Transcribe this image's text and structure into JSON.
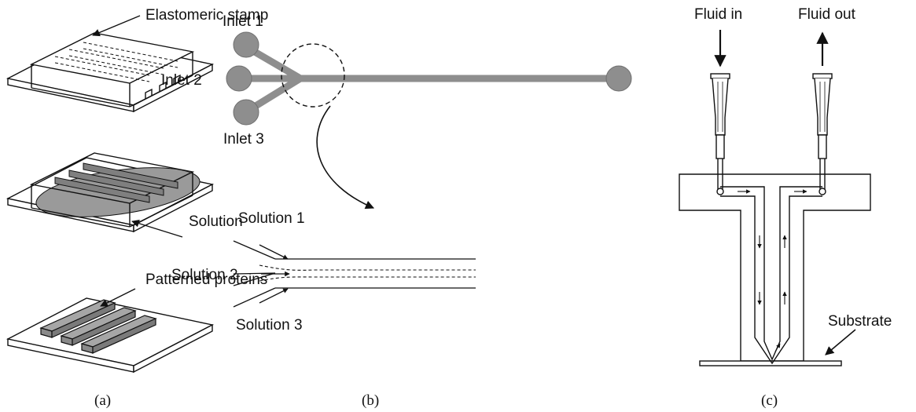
{
  "panel_a": {
    "stamp_label": "Elastomeric stamp",
    "solution_label": "Solution",
    "proteins_label": "Patterned proteins",
    "caption": "(a)"
  },
  "panel_b": {
    "inlets": [
      "Inlet 1",
      "Inlet 2",
      "Inlet 3"
    ],
    "solutions": [
      "Solution 1",
      "Solution 2",
      "Solution 3"
    ],
    "caption": "(b)"
  },
  "panel_c": {
    "fluid_in": "Fluid in",
    "fluid_out": "Fluid out",
    "substrate": "Substrate",
    "caption": "(c)"
  },
  "colors": {
    "ink": "#111111",
    "solution_gray": "#9a9a9a",
    "protein_gray": "#a6a6a6",
    "inlet_gray": "#8e8e8e"
  }
}
